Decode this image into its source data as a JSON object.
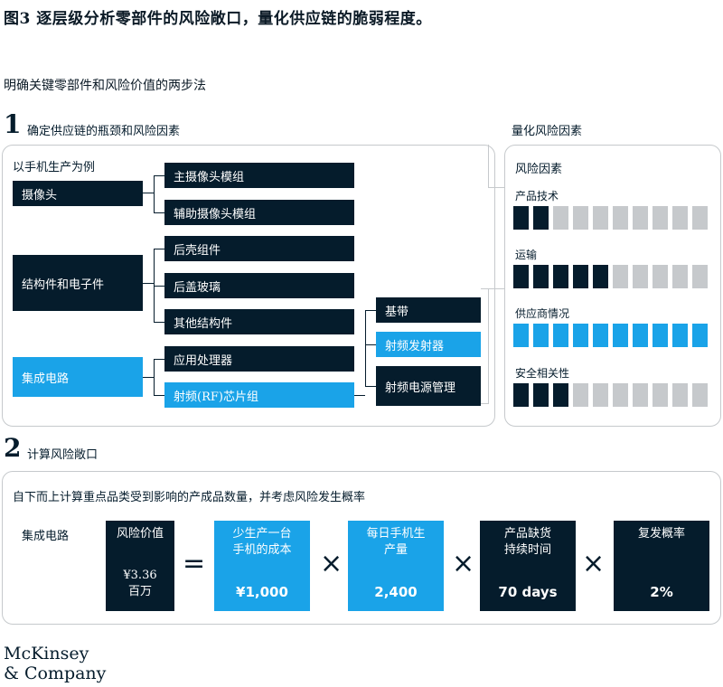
{
  "figure": {
    "title": "图3 逐层级分析零部件的风险敞口，量化供应链的脆弱程度。",
    "subtitle": "明确关键零部件和风险价值的两步法"
  },
  "step1": {
    "number": "1",
    "label": "确定供应链的瓶颈和风险因素",
    "example_label": "以手机生产为例",
    "categories": [
      {
        "name": "摄像头",
        "color": "dark",
        "components": [
          "主摄像头模组",
          "辅助摄像头模组"
        ]
      },
      {
        "name": "结构件和电子件",
        "color": "dark",
        "components": [
          "后壳组件",
          "后盖玻璃",
          "其他结构件"
        ]
      },
      {
        "name": "集成电路",
        "color": "cyan",
        "components": [
          "应用处理器",
          "射频(RF)芯片组"
        ]
      }
    ],
    "rf_subcomponents": [
      {
        "name": "基带",
        "color": "dark"
      },
      {
        "name": "射频发射器",
        "color": "cyan"
      },
      {
        "name": "射频电源管理",
        "color": "dark"
      }
    ]
  },
  "risk_panel": {
    "heading": "量化风险因素",
    "subheading": "风险因素",
    "total_segments": 10,
    "factors": [
      {
        "name": "产品技术",
        "level": 2,
        "color": "#051c2c"
      },
      {
        "name": "运输",
        "level": 5,
        "color": "#051c2c"
      },
      {
        "name": "供应商情况",
        "level": 10,
        "color": "#1aa3e8"
      },
      {
        "name": "安全相关性",
        "level": 3,
        "color": "#051c2c"
      }
    ],
    "empty_color": "#c6c9cc"
  },
  "step2": {
    "number": "2",
    "label": "计算风险敞口",
    "description": "自下而上计算重点品类受到影响的产成品数量，并考虑风险发生概率",
    "row_label": "集成电路",
    "result": {
      "label": "风险价值",
      "value": "¥3.36\n百万"
    },
    "equals": "=",
    "times": "×",
    "factors": [
      {
        "label": "少生产一台\n手机的成本",
        "value": "¥1,000",
        "color": "cyan"
      },
      {
        "label": "每日手机生\n产量",
        "value": "2,400",
        "color": "cyan"
      },
      {
        "label": "产品缺货\n持续时间",
        "value": "70 days",
        "color": "dark"
      },
      {
        "label": "复发概率",
        "value": "2%",
        "color": "dark"
      }
    ]
  },
  "logo": {
    "line1": "McKinsey",
    "line2": "& Company"
  }
}
